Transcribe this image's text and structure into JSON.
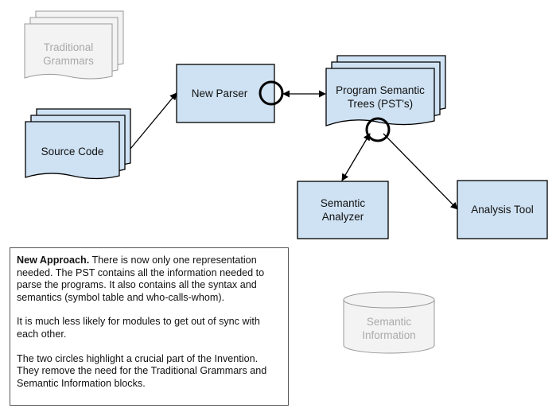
{
  "nodes": {
    "traditional_grammars": "Traditional\nGrammars",
    "source_code": "Source Code",
    "new_parser": "New Parser",
    "pst": "Program Semantic\nTrees (PST's)",
    "semantic_analyzer": "Semantic\nAnalyzer",
    "analysis_tool": "Analysis Tool",
    "semantic_information": "Semantic\nInformation"
  },
  "note": {
    "heading": "New Approach.",
    "p1": " There is now only one representation needed. The PST contains all the information needed to parse the programs. It also contains all the syntax and semantics (symbol table and who-calls-whom).",
    "p2": "It is much less likely for modules to get out of sync with each other.",
    "p3": "The two circles highlight a crucial part of the Invention. They remove the need for the Traditional Grammars and Semantic Information blocks."
  },
  "colors": {
    "node_fill": "#cfe2f3",
    "faded_fill": "#f3f3f3",
    "stroke": "#000000",
    "faded_stroke": "#999999"
  }
}
